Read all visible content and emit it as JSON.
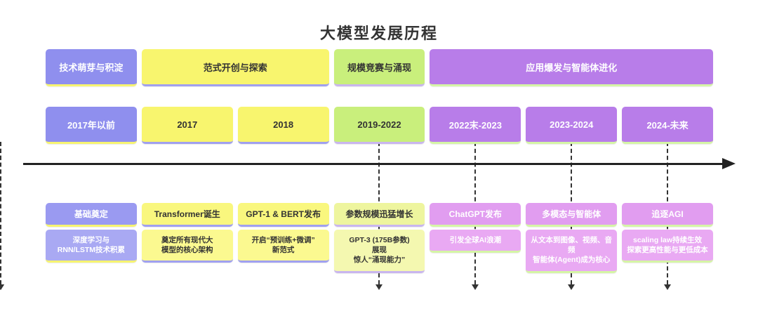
{
  "title": "大模型发展历程",
  "palette": {
    "section1_purple": "#8f8fee",
    "section2_yellow": "#f8f56e",
    "section3_green": "#c9ef7c",
    "section4_violet": "#b87de9",
    "section4_event_pink": "#e19df0",
    "axis_black": "#222222",
    "text_dark": "#333333",
    "text_light": "#ffffff"
  },
  "sections": [
    {
      "label": "技术萌芽与积淀"
    },
    {
      "label": "范式开创与探索"
    },
    {
      "label": "规模竞赛与涌现"
    },
    {
      "label": "应用爆发与智能体进化"
    }
  ],
  "columns": [
    {
      "period": "2017年以前",
      "event": "基础奠定",
      "detail": "深度学习与\nRNN/LSTM技术积累"
    },
    {
      "period": "2017",
      "event": "Transformer诞生",
      "detail": "奠定所有现代大\n模型的核心架构"
    },
    {
      "period": "2018",
      "event": "GPT-1 & BERT发布",
      "detail": "开启“预训练+微调”\n新范式"
    },
    {
      "period": "2019-2022",
      "event": "参数规模迅猛增长",
      "detail": "GPT-3 (175B参数)\n展现\n惊人“涌现能力”"
    },
    {
      "period": "2022末-2023",
      "event": "ChatGPT发布",
      "detail": "引发全球AI浪潮"
    },
    {
      "period": "2023-2024",
      "event": "多模态与智能体",
      "detail": "从文本到图像、视频、音频\n智能体(Agent)成为核心"
    },
    {
      "period": "2024-未来",
      "event": "追逐AGI",
      "detail": "scaling law持续生效\n探索更高性能与更低成本"
    }
  ]
}
